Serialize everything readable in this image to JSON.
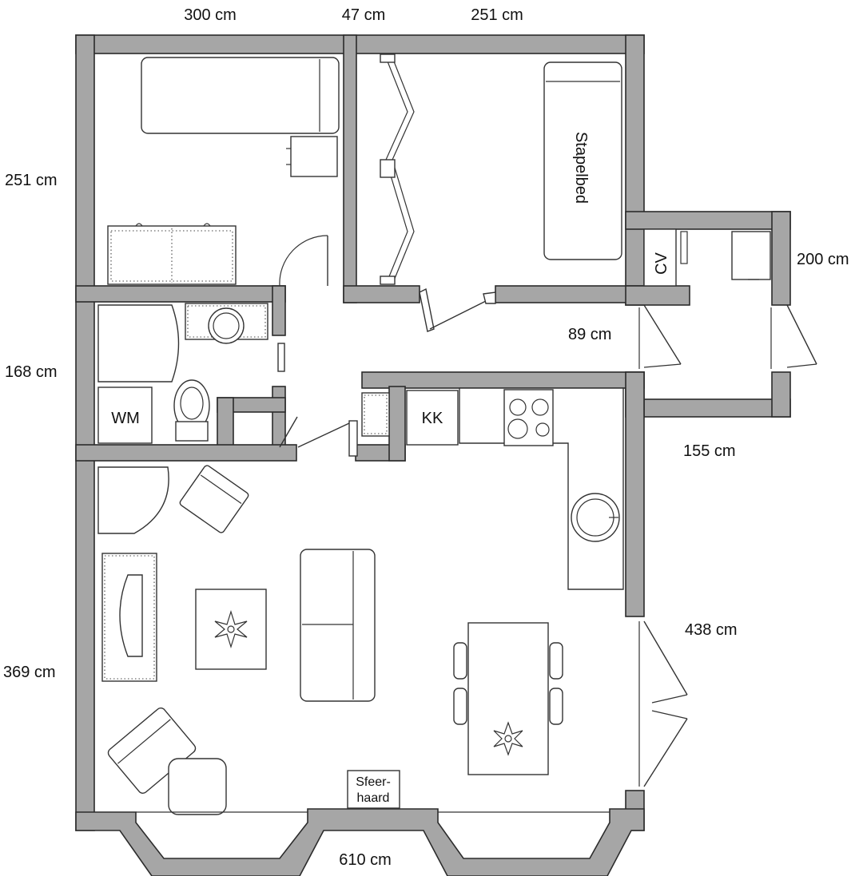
{
  "dimensions": {
    "top_left": "300 cm",
    "top_middle": "47 cm",
    "top_right": "251 cm",
    "left_upper": "251 cm",
    "left_middle": "168 cm",
    "left_lower": "369 cm",
    "right_hall_upper": "200 cm",
    "hall_width": "89 cm",
    "right_hall_lower": "155 cm",
    "right_living": "438 cm",
    "bottom": "610 cm"
  },
  "labels": {
    "bunk_bed": "Stapelbed",
    "boiler": "CV",
    "washing_machine": "WM",
    "fridge": "KK",
    "fireplace_line1": "Sfeer-",
    "fireplace_line2": "haard"
  }
}
